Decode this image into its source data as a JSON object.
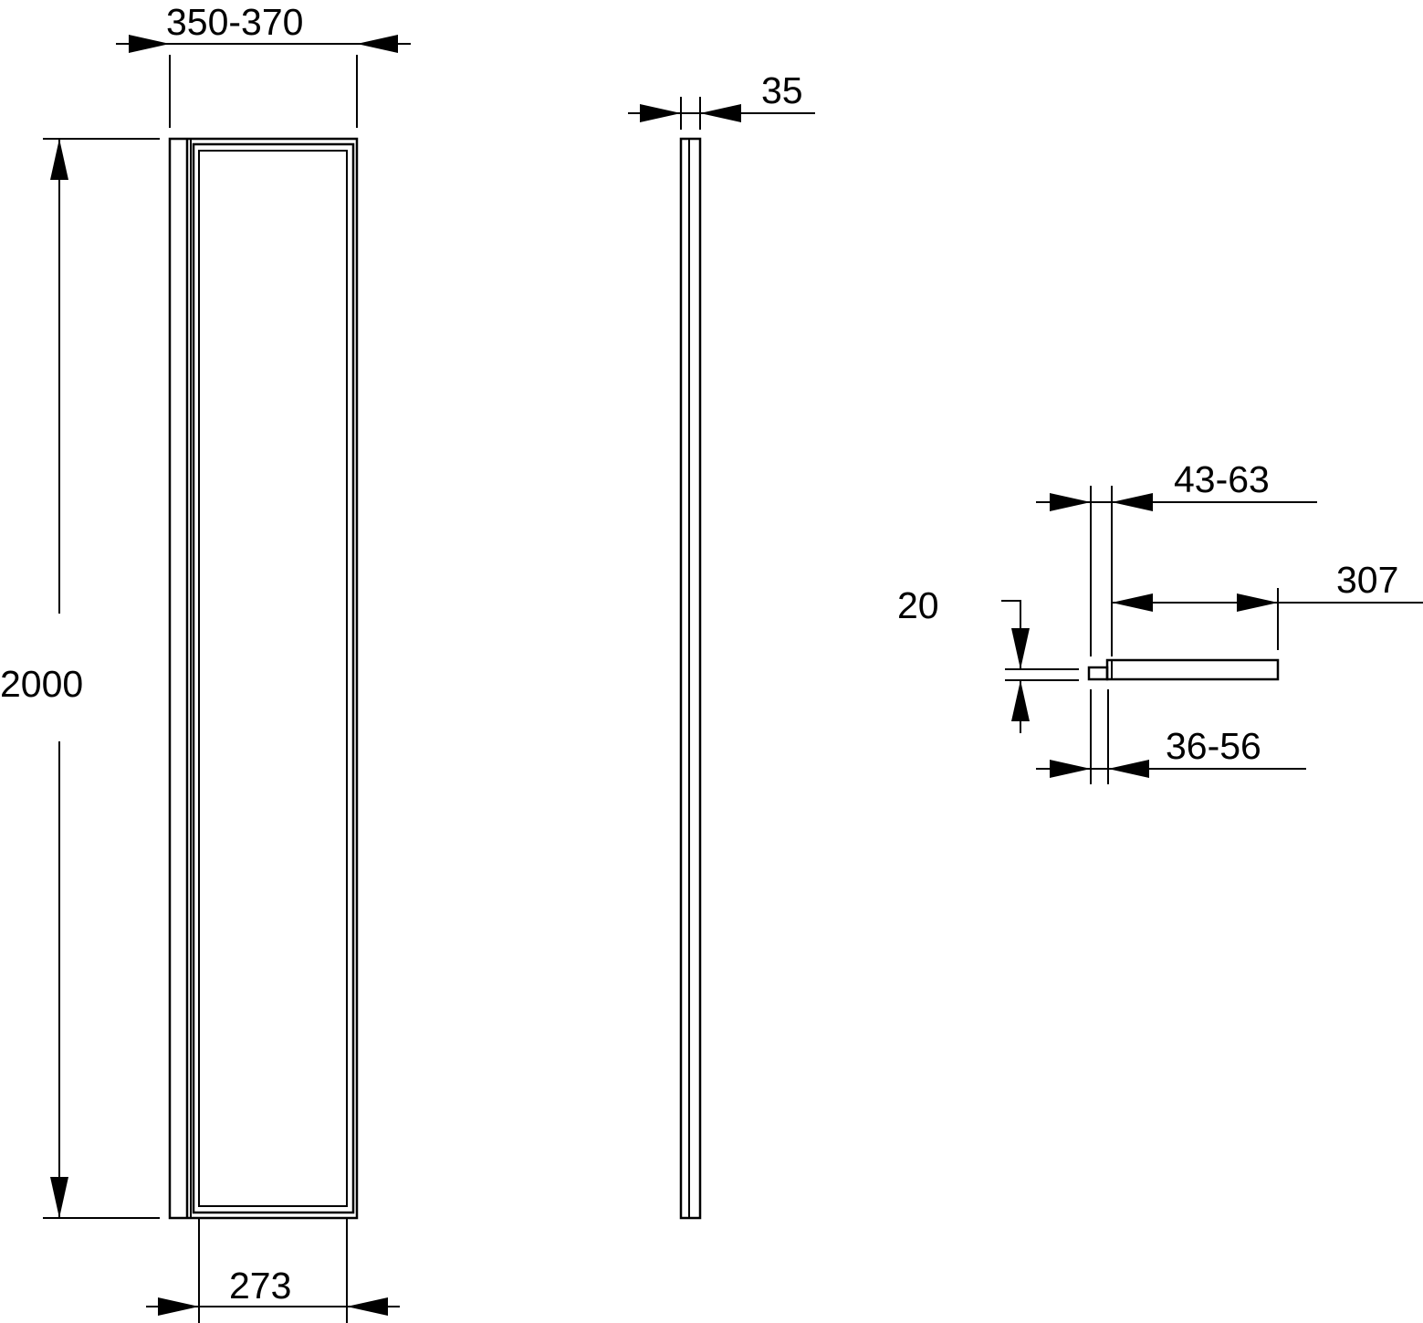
{
  "colors": {
    "line": "#000000",
    "background": "#ffffff"
  },
  "dimensions": {
    "front_width": "350-370",
    "front_height": "2000",
    "front_inner_width": "273",
    "side_depth": "35",
    "detail_depth_top": "43-63",
    "detail_length": "307",
    "detail_thickness": "20",
    "detail_depth_bottom": "36-56"
  }
}
